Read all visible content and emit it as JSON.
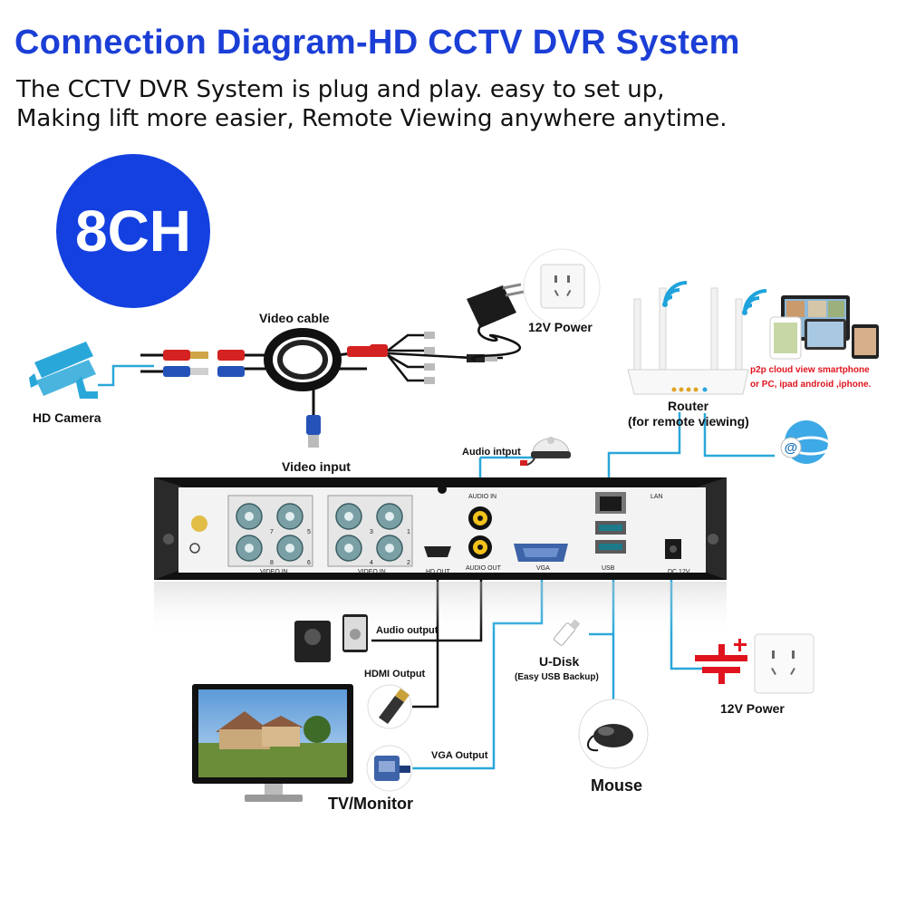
{
  "header": {
    "title": "Connection Diagram-HD CCTV DVR System",
    "subtitle_line1": "The CCTV DVR System is plug and play. easy to set up,",
    "subtitle_line2": "Making lift more easier, Remote Viewing anywhere anytime."
  },
  "badge": "8CH",
  "labels": {
    "video_cable": "Video cable",
    "power_top": "12V Power",
    "hd_camera": "HD Camera",
    "video_input": "Video input",
    "audio_input": "Audio intput",
    "router": "Router",
    "router_sub": "(for remote viewing)",
    "p2p_line1": "p2p cloud  view smartphone",
    "p2p_line2": "or PC, ipad android ,iphone.",
    "audio_output": "Audio output",
    "hdmi_output": "HDMI Output",
    "vga_output": "VGA Output",
    "u_disk": "U-Disk",
    "u_disk_sub": "(Easy USB Backup)",
    "power_bottom": "12V Power",
    "mouse": "Mouse",
    "tv_monitor": "TV/Monitor"
  },
  "dvr_ports": {
    "video_in_a": "VIDEO IN",
    "video_in_b": "VIDEO IN",
    "hd_out": "HD OUT",
    "audio_in": "AUDIO IN",
    "audio_out": "AUDIO OUT",
    "vga": "VGA",
    "lan": "LAN",
    "usb": "USB",
    "dc": "DC 12V",
    "ch_a": [
      "7",
      "5",
      "8",
      "6"
    ],
    "ch_b": [
      "3",
      "1",
      "4",
      "2"
    ]
  },
  "colors": {
    "title_blue": "#1b3fd6",
    "badge_blue": "#1440e0",
    "cable_blue": "#2aa7d9",
    "p2p_red": "#e0141e"
  }
}
